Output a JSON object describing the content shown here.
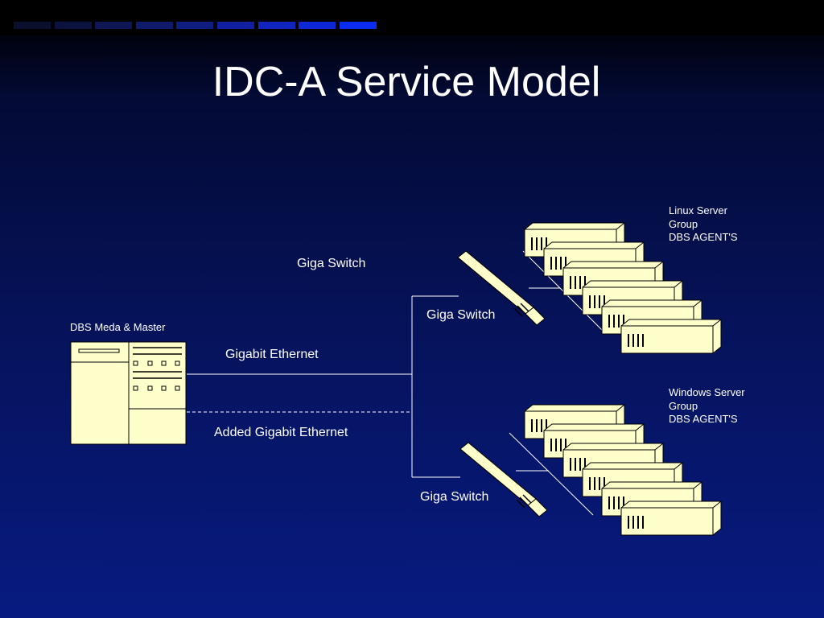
{
  "slide": {
    "title": "IDC-A Service Model",
    "progress_segments": [
      "#0a0f2e",
      "#0c1240",
      "#0e1655",
      "#0f1a6b",
      "#101d80",
      "#1020a0",
      "#1024bf",
      "#0e28d8",
      "#0a2cf0"
    ]
  },
  "diagram": {
    "master_server_label": "DBS Meda & Master",
    "switch_label_top_left": "Giga Switch",
    "switch_label_linux": "Giga Switch",
    "switch_label_windows": "Giga Switch",
    "link_primary_label": "Gigabit Ethernet",
    "link_added_label": "Added Gigabit Ethernet",
    "linux_group": {
      "line1": "Linux Server",
      "line2": "Group",
      "line3": "DBS AGENT'S"
    },
    "windows_group": {
      "line1": "Windows Server",
      "line2": "Group",
      "line3": "DBS AGENT'S"
    },
    "colors": {
      "device_fill": "#ffffcc",
      "line": "#ffffff",
      "text": "#ffffff"
    }
  }
}
